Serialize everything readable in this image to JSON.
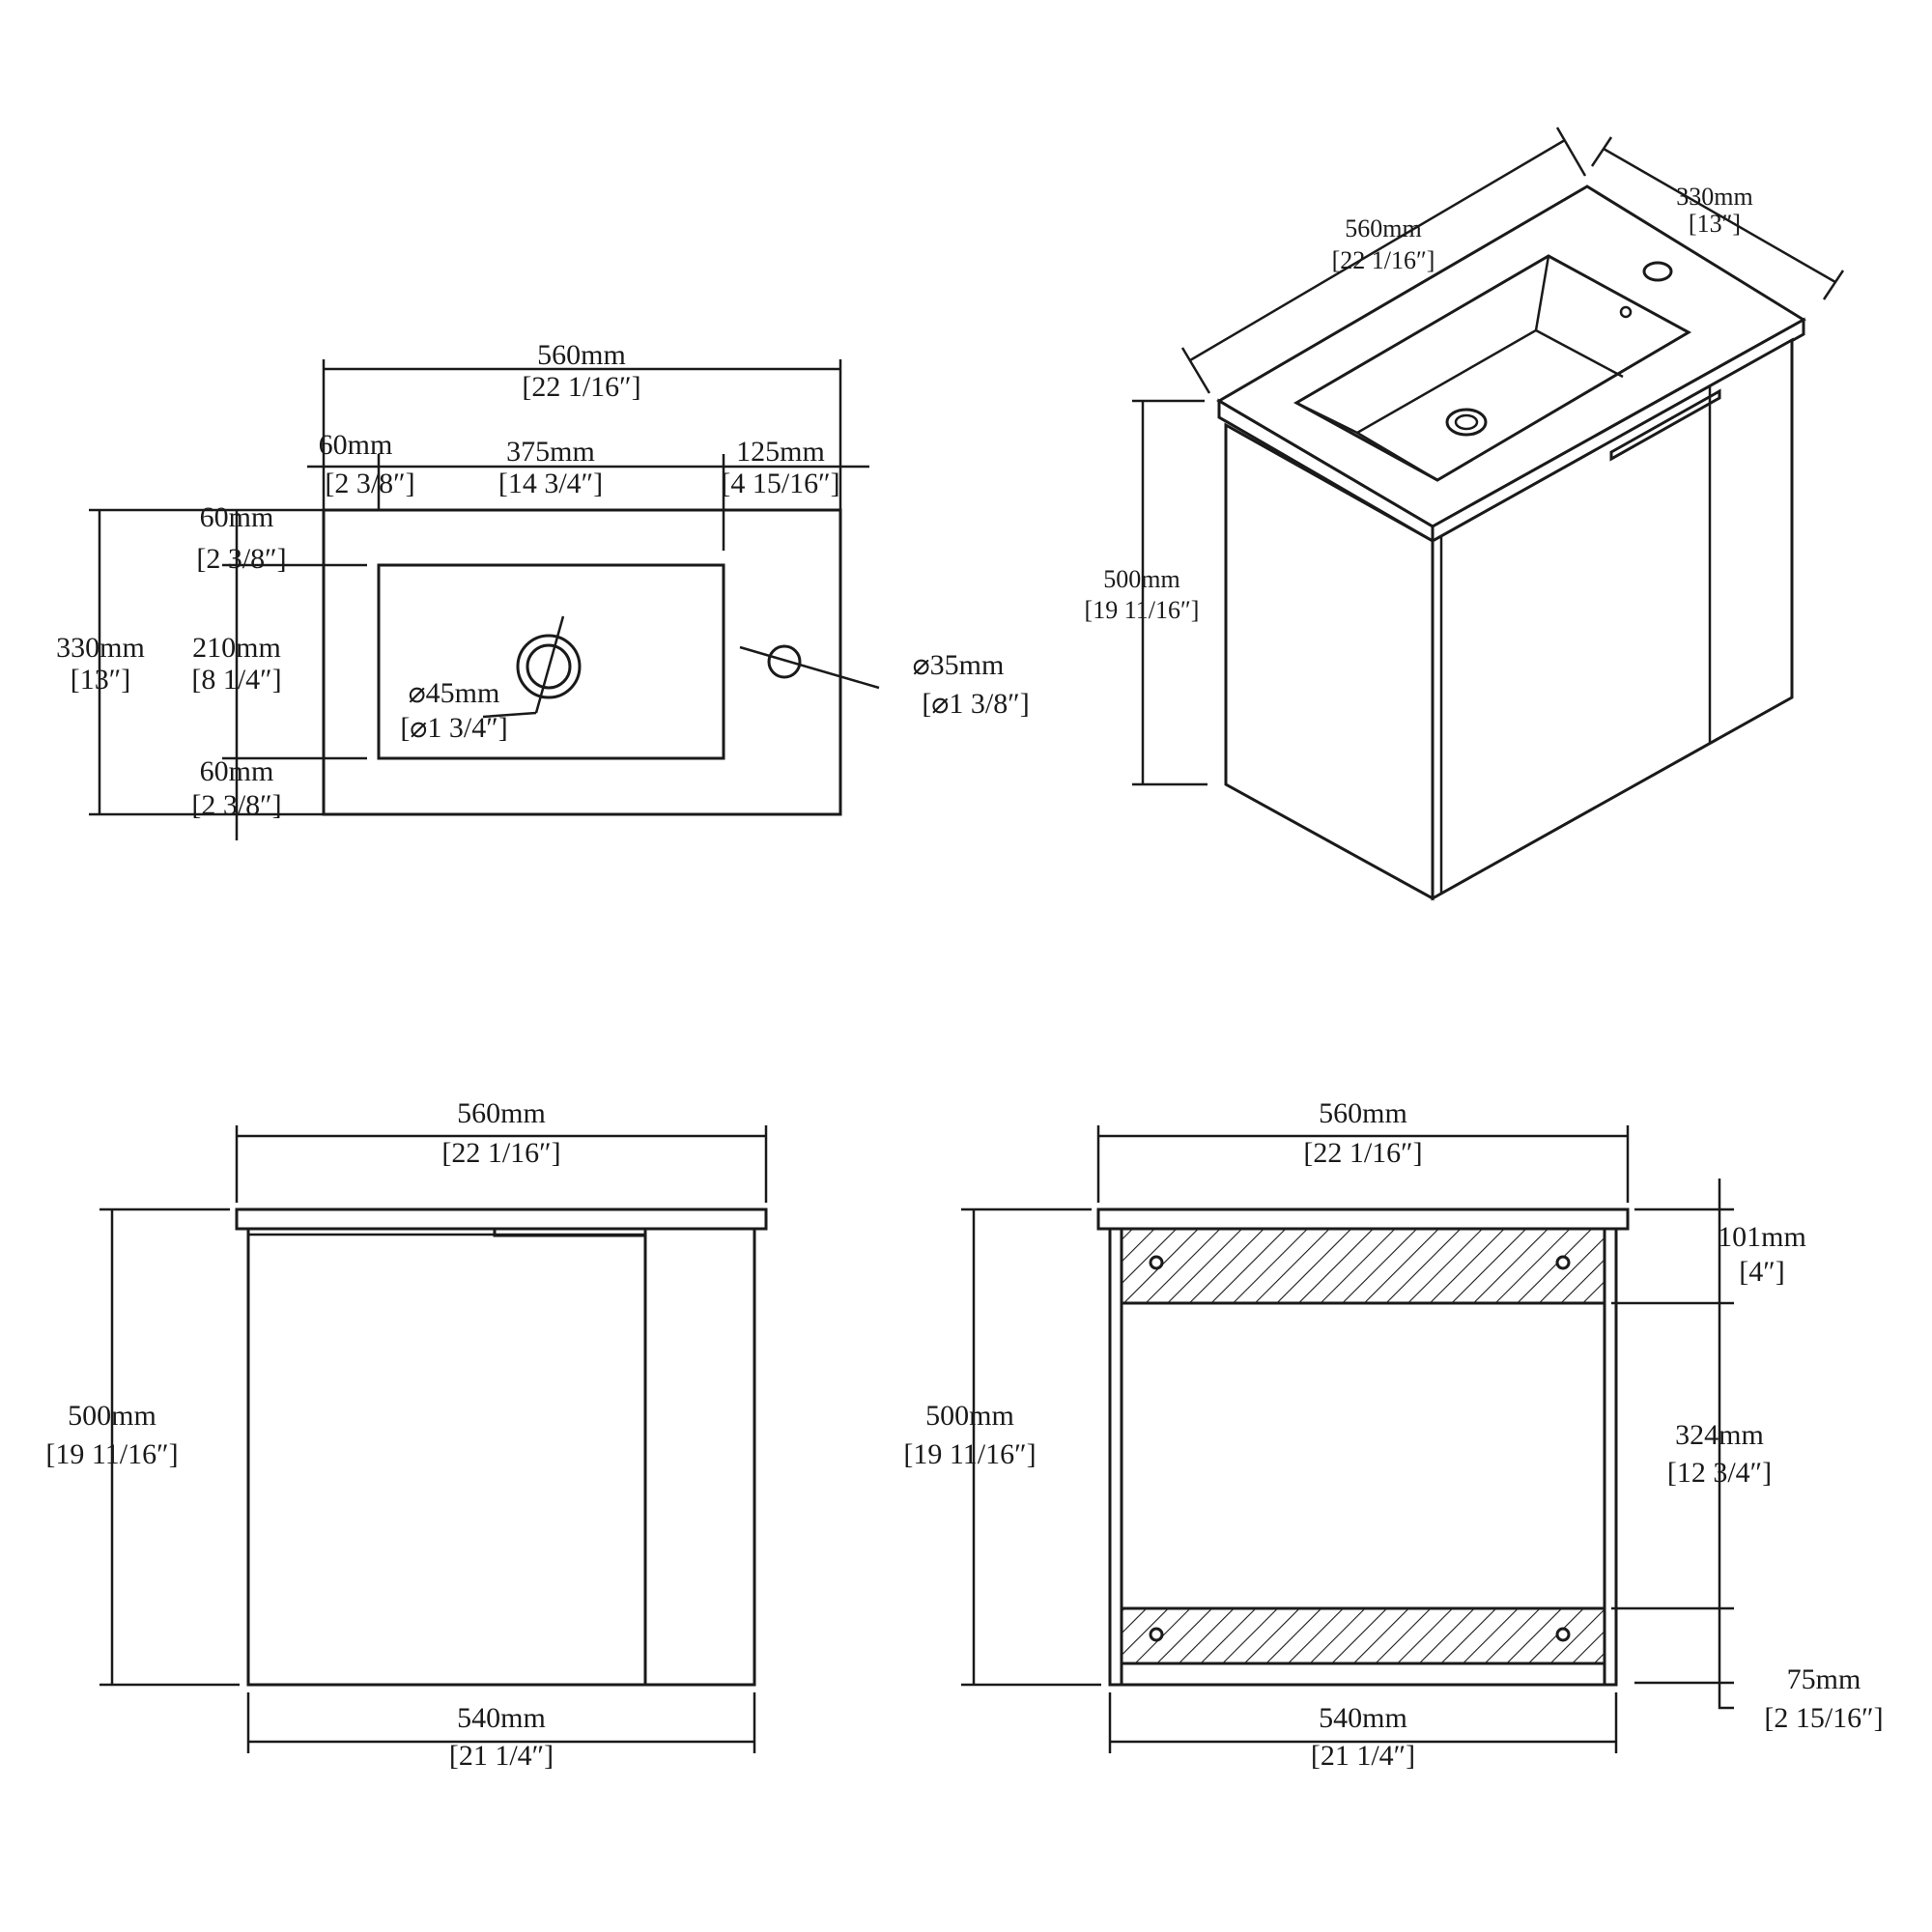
{
  "colors": {
    "line": "#1a1a1a",
    "background": "#ffffff"
  },
  "top_view": {
    "overall_width": {
      "mm": "560mm",
      "in": "[22 1/16″]"
    },
    "left_margin": {
      "mm": "60mm",
      "in": "[2 3/8″]"
    },
    "basin_width": {
      "mm": "375mm",
      "in": "[14 3/4″]"
    },
    "right_margin": {
      "mm": "125mm",
      "in": "[4 15/16″]"
    },
    "overall_depth": {
      "mm": "330mm",
      "in": "[13″]"
    },
    "top_margin": {
      "mm": "60mm",
      "in": "[2 3/8″]"
    },
    "basin_depth": {
      "mm": "210mm",
      "in": "[8 1/4″]"
    },
    "bottom_margin": {
      "mm": "60mm",
      "in": "[2 3/8″]"
    },
    "drain_diameter": {
      "mm": "⌀45mm",
      "in": "[⌀1 3/4″]"
    },
    "tap_hole_diameter": {
      "mm": "⌀35mm",
      "in": "[⌀1 3/8″]"
    }
  },
  "iso_view": {
    "width": {
      "mm": "560mm",
      "in": "[22 1/16″]"
    },
    "depth": {
      "mm": "330mm",
      "in": "[13″]"
    },
    "height": {
      "mm": "500mm",
      "in": "[19 11/16″]"
    }
  },
  "front_view": {
    "top_width": {
      "mm": "560mm",
      "in": "[22 1/16″]"
    },
    "height": {
      "mm": "500mm",
      "in": "[19 11/16″]"
    },
    "cabinet_width": {
      "mm": "540mm",
      "in": "[21 1/4″]"
    }
  },
  "back_view": {
    "top_width": {
      "mm": "560mm",
      "in": "[22 1/16″]"
    },
    "height": {
      "mm": "500mm",
      "in": "[19 11/16″]"
    },
    "cabinet_width": {
      "mm": "540mm",
      "in": "[21 1/4″]"
    },
    "upper_rail": {
      "mm": "101mm",
      "in": "[4″]"
    },
    "opening": {
      "mm": "324mm",
      "in": "[12 3/4″]"
    },
    "lower_rail": {
      "mm": "75mm",
      "in": "[2 15/16″]"
    }
  }
}
